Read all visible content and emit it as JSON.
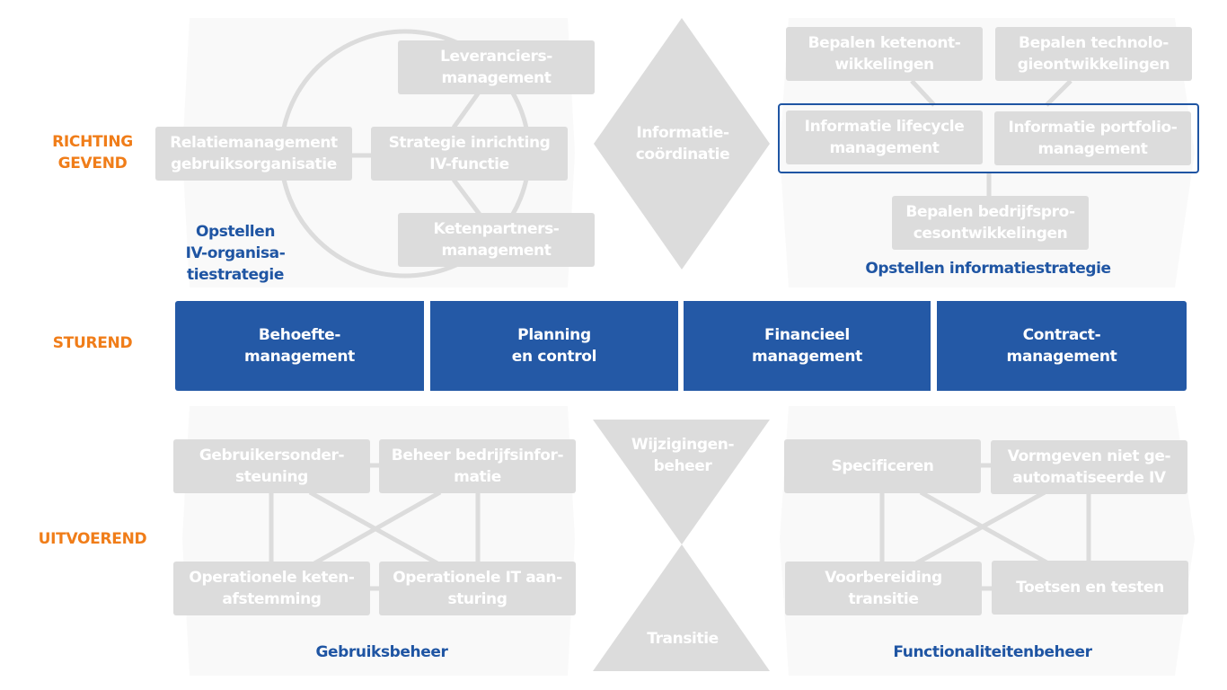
{
  "levels": {
    "richting": "RICHTING\nGEVEND",
    "sturend": "STUREND",
    "uitvoerend": "UITVOEREND"
  },
  "colors": {
    "level_label": "#f07d19",
    "band": "#2459a6",
    "panel_title": "#1f55a3",
    "box": "#dcdcdc",
    "panel_bg": "#f9f9f9",
    "selection_border": "#1f55a3"
  },
  "top_left": {
    "title": "Opstellen\nIV-organisa-\ntiestrategie",
    "boxes": {
      "leveranciers": "Leveranciers-\nmanagement",
      "relatie": "Relatiemanagement\ngebruiksorganisatie",
      "strategie": "Strategie inrichting\nIV-functie",
      "ketenpartners": "Ketenpartners-\nmanagement"
    }
  },
  "top_center": {
    "diamond": "Informatie-\ncoördinatie"
  },
  "top_right": {
    "title": "Opstellen informatiestrategie",
    "boxes": {
      "keten": "Bepalen ketenont-\nwikkelingen",
      "technologie": "Bepalen technolo-\ngieontwikkelingen",
      "lifecycle": "Informatie lifecycle\nmanagement",
      "portfolio": "Informatie portfolio-\nmanagement",
      "bedrijfsproces": "Bepalen bedrijfspro-\ncesontwikkelingen"
    }
  },
  "sturend_band": [
    "Behoefte-\nmanagement",
    "Planning\nen control",
    "Financieel\nmanagement",
    "Contract-\nmanagement"
  ],
  "bottom_left": {
    "title": "Gebruiksbeheer",
    "boxes": {
      "gebruikersondersteuning": "Gebruikersonder-\nsteuning",
      "bedrijfsinformatie": "Beheer bedrijfsinfor-\nmatie",
      "ketenafstemming": "Operationele keten-\nafstemming",
      "itaansturing": "Operationele IT aan-\nsturing"
    }
  },
  "bottom_center": {
    "top_triangle": "Wijzigingen-\nbeheer",
    "bottom_triangle": "Transitie"
  },
  "bottom_right": {
    "title": "Functionaliteitenbeheer",
    "boxes": {
      "specificeren": "Specificeren",
      "vormgeven": "Vormgeven niet ge-\nautomatiseerde IV",
      "voorbereiding": "Voorbereiding\ntransitie",
      "toetsen": "Toetsen en testen"
    }
  }
}
